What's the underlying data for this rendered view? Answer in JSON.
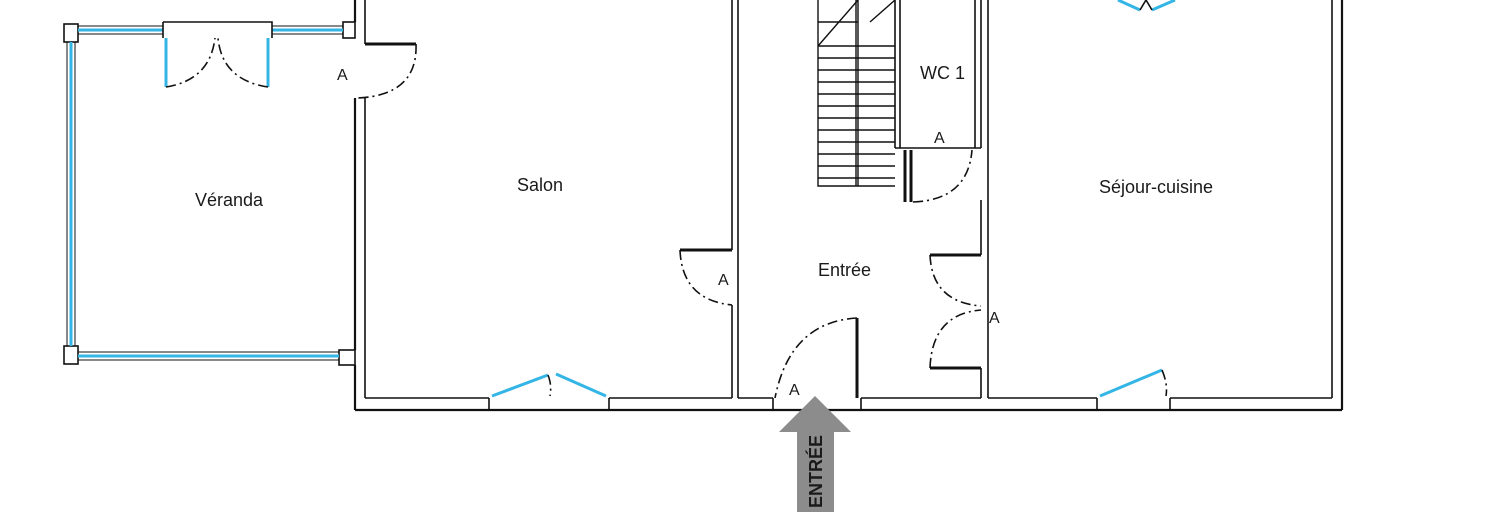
{
  "rooms": {
    "veranda": "Véranda",
    "salon": "Salon",
    "entree": "Entrée",
    "wc": "WC 1",
    "sejour": "Séjour-cuisine"
  },
  "door_marker": "A",
  "entrance_arrow": "ENTRÉE",
  "colors": {
    "wall": "#111111",
    "window": "#33b5e5",
    "arrow": "#8c8c8c",
    "background": "#ffffff"
  }
}
